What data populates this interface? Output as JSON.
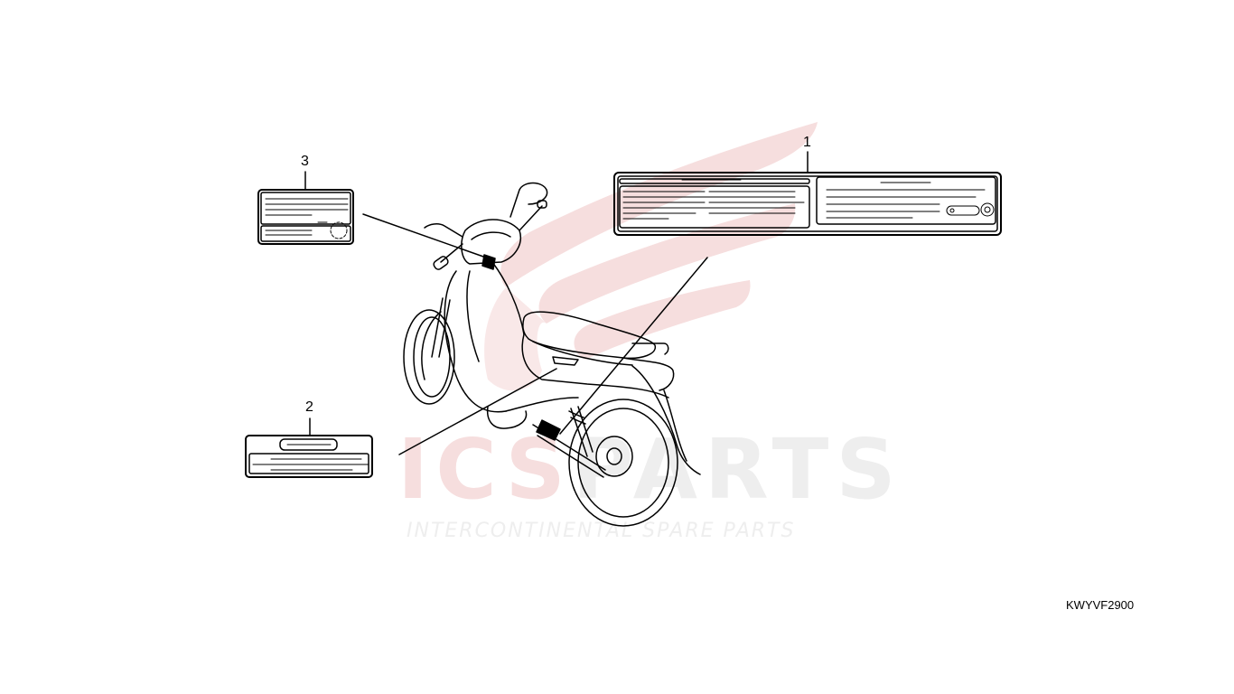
{
  "diagram": {
    "callouts": [
      {
        "id": "1",
        "label": "1"
      },
      {
        "id": "2",
        "label": "2"
      },
      {
        "id": "3",
        "label": "3"
      }
    ],
    "diagram_code": "KWYVF2900"
  },
  "watermark": {
    "logo": "wing-logo",
    "main_text_red": "ICS",
    "main_text_grey": "PARTS",
    "subtitle": "INTERCONTINENTAL SPARE PARTS",
    "colors": {
      "red": "#f6dede",
      "grey": "#eeeeee"
    }
  },
  "colors": {
    "line": "#000000",
    "background": "#ffffff"
  }
}
